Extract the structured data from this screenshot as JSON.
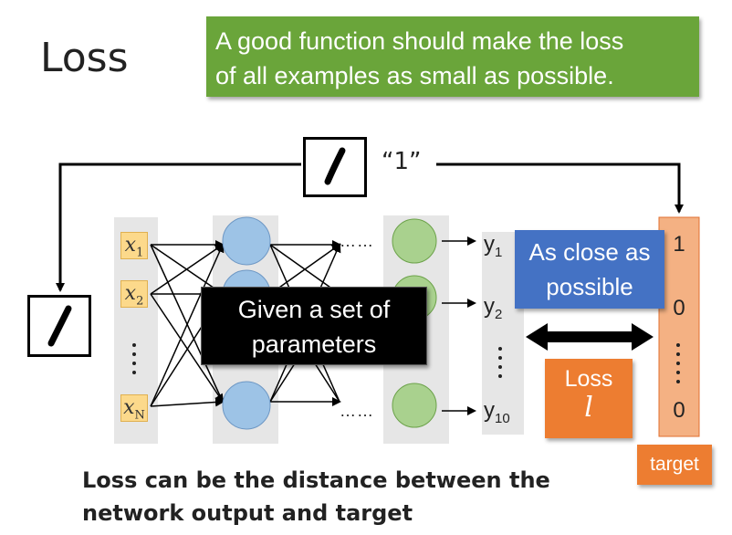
{
  "title": "Loss",
  "banner": {
    "line1": "A good function should make the loss",
    "line2": "of all examples as small as possible."
  },
  "top_digit_label": "“1”",
  "inputs": [
    {
      "var": "x",
      "sub": "1"
    },
    {
      "var": "x",
      "sub": "2"
    },
    {
      "var": "x",
      "sub": "N"
    }
  ],
  "outputs": [
    {
      "var": "y",
      "sub": "1"
    },
    {
      "var": "y",
      "sub": "2"
    },
    {
      "var": "y",
      "sub": "10"
    }
  ],
  "parameter_box": {
    "line1": "Given a set of",
    "line2": "parameters"
  },
  "close_box": {
    "line1": "As close as",
    "line2": "possible"
  },
  "loss_box": {
    "word": "Loss",
    "symbol": "l"
  },
  "target_values": [
    "1",
    "0",
    "0"
  ],
  "target_label": "target",
  "ellipsis_h": "……",
  "caption": {
    "line1": "Loss can be the distance between the",
    "line2": "network output and target"
  },
  "colors": {
    "banner": "#6aa53a",
    "blue_nodes": "#9dc3e6",
    "green_nodes": "#a9d18e",
    "close_box": "#4472c4",
    "loss_box": "#ed7d31",
    "target_column": "#f4b183",
    "input_labels": "#fcd98b"
  }
}
